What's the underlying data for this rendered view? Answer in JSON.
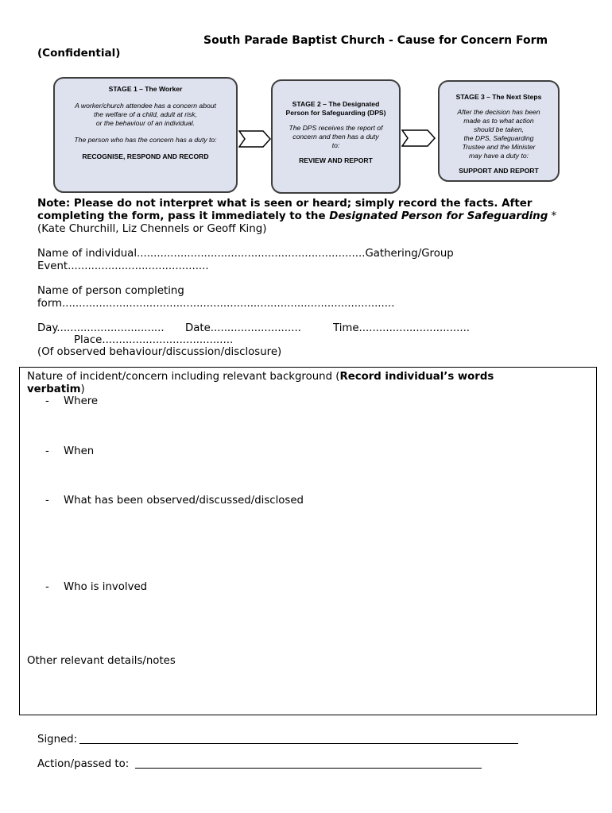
{
  "header": {
    "title": "South Parade Baptist Church - Cause for Concern Form",
    "confidential": "(Confidential)"
  },
  "stages": [
    {
      "heading": "STAGE 1 – The Worker",
      "text_lines": [
        "A worker/church attendee has a concern about",
        "the welfare of a child, adult at risk,",
        "or the behaviour of an individual."
      ],
      "duty": "The person who has the concern has a duty to:",
      "action": "RECOGNISE, RESPOND AND RECORD"
    },
    {
      "heading_lines": [
        "STAGE 2 – The Designated",
        "Person for Safeguarding (DPS)"
      ],
      "text_lines": [
        "The DPS receives the report of",
        "concern and then has a duty",
        "to:"
      ],
      "action": "REVIEW AND REPORT"
    },
    {
      "heading": "STAGE 3 – The Next Steps",
      "text_lines": [
        "After the decision has been",
        "made as to what action",
        "should be taken,",
        "the DPS, Safeguarding",
        "Trustee and the Minister",
        "may have a duty to:"
      ],
      "action": "SUPPORT AND REPORT"
    }
  ],
  "note": {
    "bold_text": "Note: Please do not interpret what is seen or heard; simply record the facts. After completing the form, pass it immediately to the ",
    "dps_text": "Designated Person for Safeguarding",
    "star": " *",
    "names": " (Kate Churchill, Liz Chennels or Geoff King)"
  },
  "fields": {
    "individual_line1": "Name of individual....................................................................Gathering/Group",
    "individual_line2": "Event..........................................",
    "completing_line1": "Name of person completing",
    "completing_line2": "form...................................................................................................",
    "day": "Day................................",
    "date": "Date...........................",
    "time": "Time.................................",
    "place": "Place.......................................",
    "observed_note": "(Of observed behaviour/discussion/disclosure)"
  },
  "incident": {
    "heading_prefix": "Nature of incident/concern including relevant background (",
    "heading_bold": "Record individual’s words",
    "heading_bold2": "verbatim",
    "heading_suffix": ")",
    "bullet": "-",
    "items": [
      "Where",
      "When",
      "What has been observed/discussed/disclosed",
      "Who is involved"
    ],
    "other": "Other relevant details/notes"
  },
  "signoff": {
    "signed": "Signed:",
    "action": "Action/passed to:"
  }
}
